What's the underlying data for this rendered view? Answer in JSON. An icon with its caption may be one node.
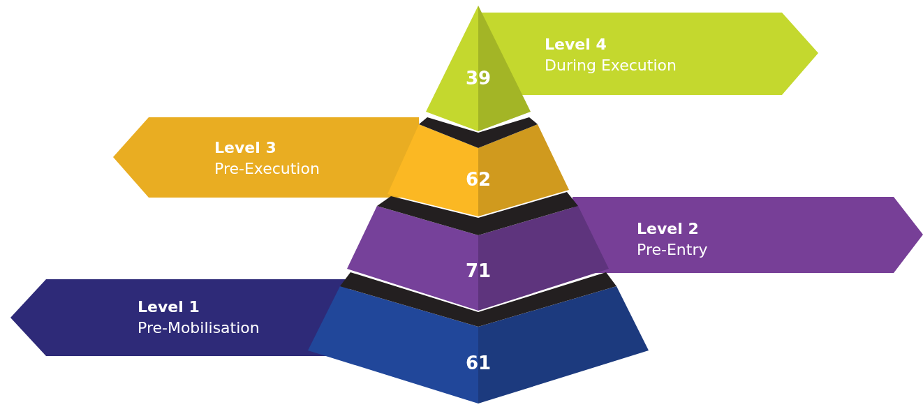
{
  "diagram": {
    "nodes": [
      {
        "text": [
          "Level 4",
          "During Execution"
        ]
      },
      {
        "text": [
          "39"
        ]
      },
      {
        "text": [],
        "shape": "band"
      },
      {
        "text": [
          "Level 3",
          "Pre-Execution"
        ]
      },
      {
        "text": [
          "62"
        ]
      },
      {
        "text": [],
        "shape": "band"
      },
      {
        "text": [
          "Level 2",
          "Pre-Entry"
        ]
      },
      {
        "text": [
          "71"
        ]
      },
      {
        "text": [],
        "shape": "band"
      },
      {
        "text": [
          "Level 1",
          "Pre-Mobilisation"
        ]
      },
      {
        "text": [
          "61"
        ]
      }
    ]
  }
}
